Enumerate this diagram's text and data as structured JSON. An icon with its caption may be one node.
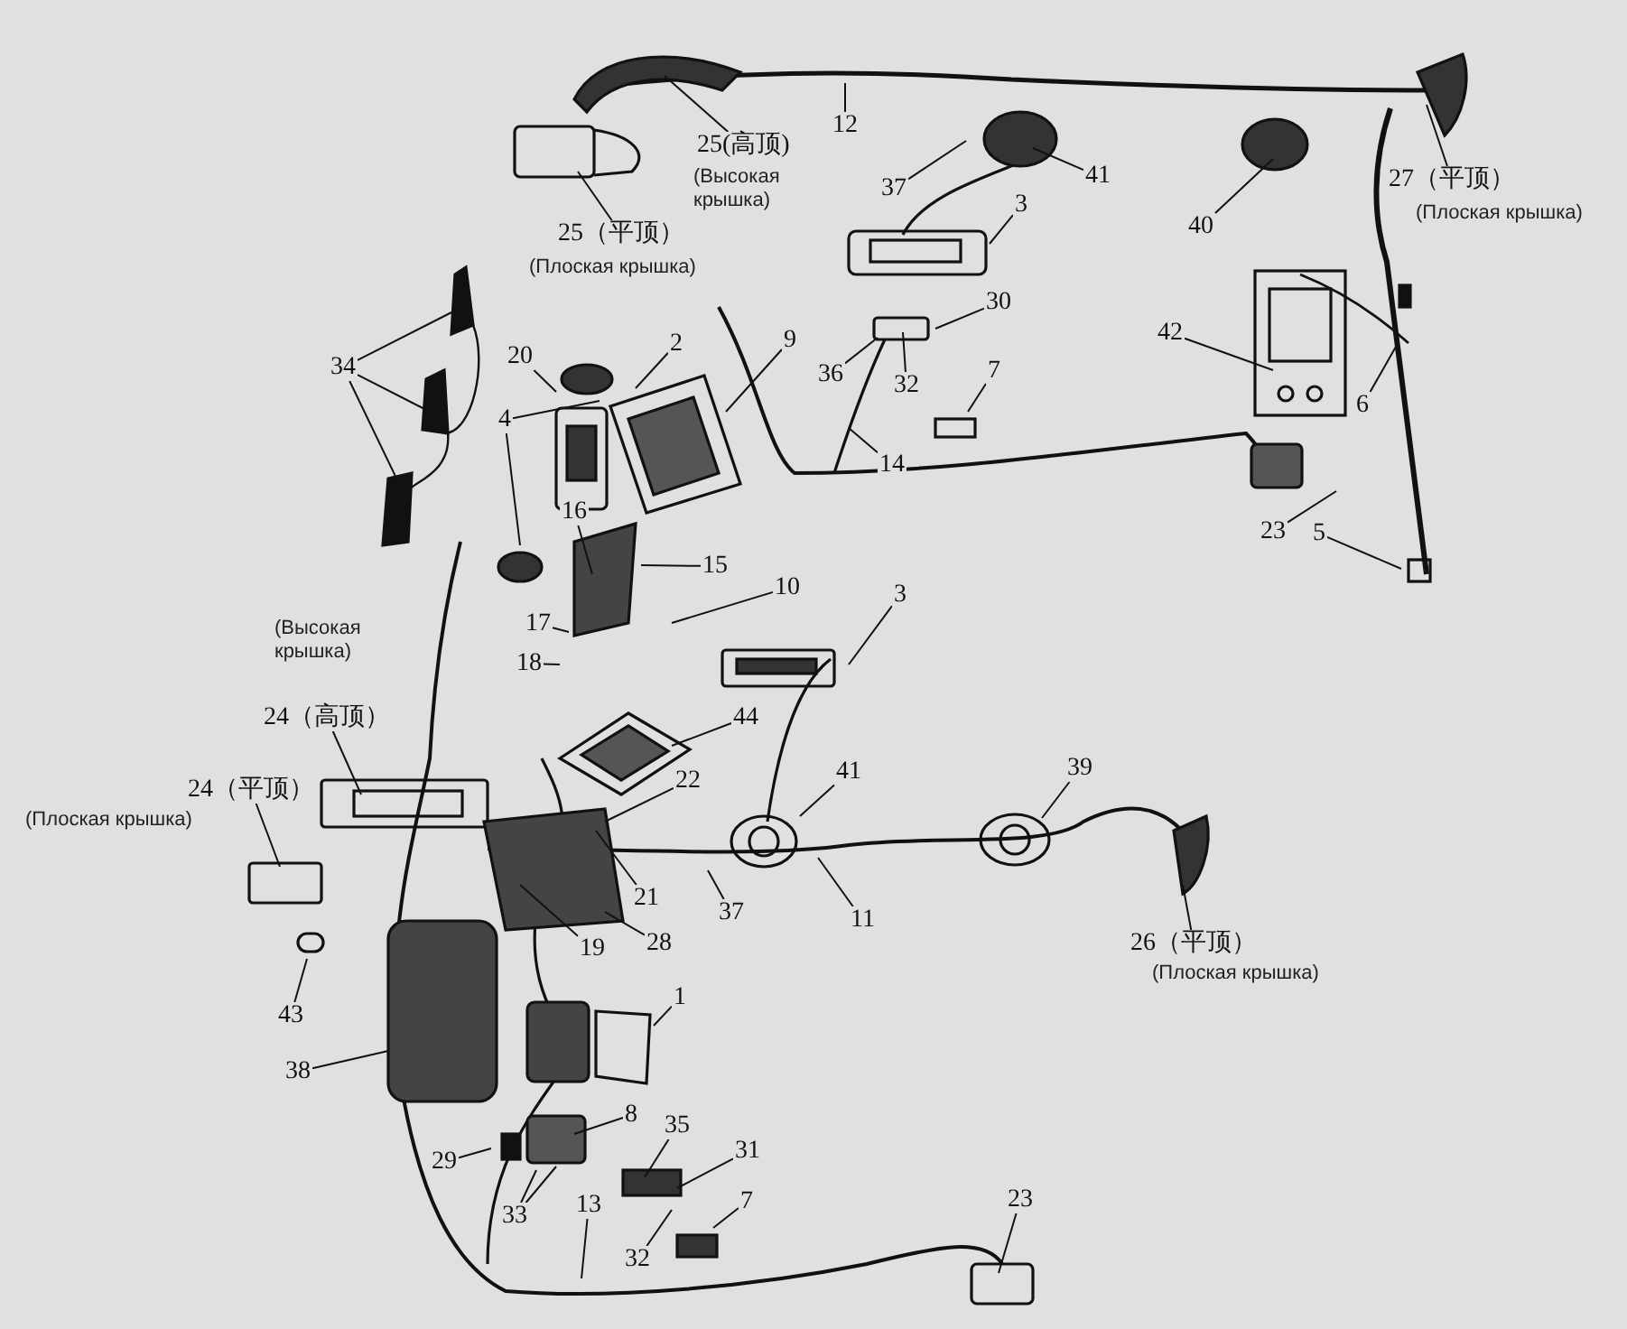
{
  "diagram": {
    "nodes": [
      {
        "text": [
          "25(高顶)"
        ],
        "beside": [
          "(Высокая крышка)"
        ]
      },
      {
        "text": [
          "12"
        ]
      },
      {
        "text": [
          "25（平顶）"
        ],
        "beside": [
          "(Плоская крышка)"
        ]
      },
      {
        "text": [
          "27（平顶）"
        ],
        "beside": [
          "(Плоская крышка)"
        ]
      },
      {
        "text": [
          "37"
        ]
      },
      {
        "text": [
          "41"
        ]
      },
      {
        "text": [
          "40"
        ]
      },
      {
        "text": [
          "3"
        ]
      },
      {
        "text": [
          "30"
        ]
      },
      {
        "text": [
          "36"
        ]
      },
      {
        "text": [
          "42"
        ]
      },
      {
        "text": [
          "7"
        ]
      },
      {
        "text": [
          "32"
        ]
      },
      {
        "text": [
          "6"
        ]
      },
      {
        "text": [
          "14"
        ]
      },
      {
        "text": [
          "34"
        ]
      },
      {
        "text": [
          "20"
        ]
      },
      {
        "text": [
          "2"
        ]
      },
      {
        "text": [
          "9"
        ]
      },
      {
        "text": [
          "4"
        ]
      },
      {
        "text": [
          "23"
        ]
      },
      {
        "text": [
          "5"
        ]
      },
      {
        "text": [
          "16"
        ]
      },
      {
        "text": [
          "15"
        ]
      },
      {
        "text": [
          "10"
        ]
      },
      {
        "text": [
          "17"
        ]
      },
      {
        "text": [
          "18"
        ]
      },
      {
        "text": [
          "3"
        ]
      },
      {
        "text": [
          "24（高顶）"
        ],
        "beside": [
          "(Высокая крышка)"
        ]
      },
      {
        "text": [
          "24（平顶）"
        ],
        "beside": [
          "(Плоская крышка)"
        ]
      },
      {
        "text": [
          "44"
        ]
      },
      {
        "text": [
          "22"
        ]
      },
      {
        "text": [
          "41"
        ]
      },
      {
        "text": [
          "39"
        ]
      },
      {
        "text": [
          "21"
        ]
      },
      {
        "text": [
          "37"
        ]
      },
      {
        "text": [
          "11"
        ]
      },
      {
        "text": [
          "19"
        ]
      },
      {
        "text": [
          "28"
        ]
      },
      {
        "text": [
          "26（平顶）"
        ],
        "beside": [
          "(Плоская крышка)"
        ]
      },
      {
        "text": [
          "43"
        ]
      },
      {
        "text": [
          "1"
        ]
      },
      {
        "text": [
          "38"
        ]
      },
      {
        "text": [
          "8"
        ]
      },
      {
        "text": [
          "35"
        ]
      },
      {
        "text": [
          "29"
        ]
      },
      {
        "text": [
          "31"
        ]
      },
      {
        "text": [
          "33"
        ]
      },
      {
        "text": [
          "13"
        ]
      },
      {
        "text": [
          "7"
        ]
      },
      {
        "text": [
          "32"
        ]
      },
      {
        "text": [
          "23"
        ]
      }
    ],
    "edges": [
      {
        "from": 0,
        "to": null,
        "arrow": "none"
      },
      {
        "from": 1,
        "to": null,
        "arrow": "none"
      },
      {
        "from": 2,
        "to": null,
        "arrow": "none"
      },
      {
        "from": 3,
        "to": null,
        "arrow": "none"
      },
      {
        "from": 4,
        "to": null,
        "arrow": "none"
      },
      {
        "from": 5,
        "to": null,
        "arrow": "none"
      },
      {
        "from": 6,
        "to": null,
        "arrow": "none"
      },
      {
        "from": 7,
        "to": null,
        "arrow": "none"
      },
      {
        "from": 8,
        "to": null,
        "arrow": "none"
      },
      {
        "from": 9,
        "to": null,
        "arrow": "none"
      },
      {
        "from": 10,
        "to": null,
        "arrow": "none"
      },
      {
        "from": 11,
        "to": null,
        "arrow": "none"
      },
      {
        "from": 12,
        "to": null,
        "arrow": "none"
      },
      {
        "from": 13,
        "to": null,
        "arrow": "none"
      },
      {
        "from": 14,
        "to": null,
        "arrow": "none"
      },
      {
        "from": 15,
        "to": null,
        "arrow": "none"
      },
      {
        "from": 15,
        "to": null,
        "arrow": "none"
      },
      {
        "from": 15,
        "to": null,
        "arrow": "none"
      },
      {
        "from": 16,
        "to": null,
        "arrow": "none"
      },
      {
        "from": 17,
        "to": null,
        "arrow": "none"
      },
      {
        "from": 18,
        "to": null,
        "arrow": "none"
      },
      {
        "from": 19,
        "to": null,
        "arrow": "none"
      },
      {
        "from": 19,
        "to": null,
        "arrow": "none"
      },
      {
        "from": 20,
        "to": null,
        "arrow": "none"
      },
      {
        "from": 21,
        "to": null,
        "arrow": "none"
      },
      {
        "from": 22,
        "to": null,
        "arrow": "none"
      },
      {
        "from": 23,
        "to": null,
        "arrow": "none"
      },
      {
        "from": 24,
        "to": null,
        "arrow": "none"
      },
      {
        "from": 25,
        "to": null,
        "arrow": "none"
      },
      {
        "from": 26,
        "to": null,
        "arrow": "none"
      },
      {
        "from": 27,
        "to": null,
        "arrow": "none"
      },
      {
        "from": 28,
        "to": null,
        "arrow": "none"
      },
      {
        "from": 29,
        "to": null,
        "arrow": "none"
      },
      {
        "from": 30,
        "to": null,
        "arrow": "none"
      },
      {
        "from": 31,
        "to": null,
        "arrow": "none"
      },
      {
        "from": 32,
        "to": null,
        "arrow": "none"
      },
      {
        "from": 33,
        "to": null,
        "arrow": "none"
      },
      {
        "from": 34,
        "to": null,
        "arrow": "none"
      },
      {
        "from": 35,
        "to": null,
        "arrow": "none"
      },
      {
        "from": 36,
        "to": null,
        "arrow": "none"
      },
      {
        "from": 37,
        "to": null,
        "arrow": "none"
      },
      {
        "from": 38,
        "to": null,
        "arrow": "none"
      },
      {
        "from": 39,
        "to": null,
        "arrow": "none"
      },
      {
        "from": 40,
        "to": null,
        "arrow": "none"
      },
      {
        "from": 41,
        "to": null,
        "arrow": "none"
      },
      {
        "from": 42,
        "to": null,
        "arrow": "none"
      },
      {
        "from": 43,
        "to": null,
        "arrow": "none"
      },
      {
        "from": 44,
        "to": null,
        "arrow": "none"
      },
      {
        "from": 45,
        "to": null,
        "arrow": "none"
      },
      {
        "from": 46,
        "to": null,
        "arrow": "none"
      },
      {
        "from": 47,
        "to": null,
        "arrow": "none"
      },
      {
        "from": 47,
        "to": null,
        "arrow": "none"
      },
      {
        "from": 48,
        "to": null,
        "arrow": "none"
      },
      {
        "from": 49,
        "to": null,
        "arrow": "none"
      },
      {
        "from": 50,
        "to": null,
        "arrow": "none"
      },
      {
        "from": 51,
        "to": null,
        "arrow": "none"
      }
    ]
  }
}
